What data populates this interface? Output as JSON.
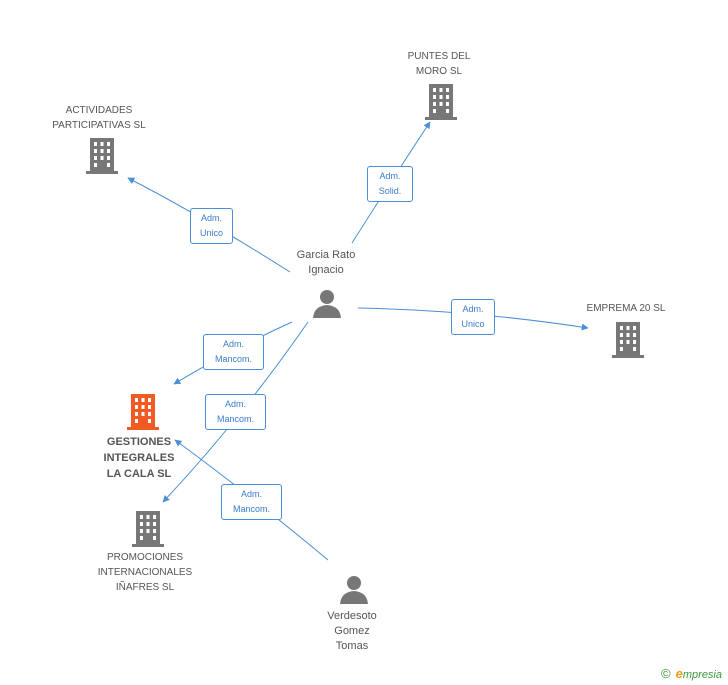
{
  "nodes": {
    "actividades": {
      "line1": "ACTIVIDADES",
      "line2": "PARTICIPATIVAS SL"
    },
    "puntes": {
      "line1": "PUNTES DEL",
      "line2": "MORO SL"
    },
    "emprema": {
      "line1": "EMPREMA 20 SL"
    },
    "gestiones": {
      "line1": "GESTIONES",
      "line2": "INTEGRALES",
      "line3": "LA CALA SL"
    },
    "promociones": {
      "line1": "PROMOCIONES",
      "line2": "INTERNACIONALES",
      "line3": "IÑAFRES SL"
    },
    "garcia": {
      "line1": "Garcia Rato",
      "line2": "Ignacio"
    },
    "verdesoto": {
      "line1": "Verdesoto",
      "line2": "Gomez",
      "line3": "Tomas"
    }
  },
  "edges": {
    "actividades": {
      "line1": "Adm.",
      "line2": "Unico"
    },
    "puntes": {
      "line1": "Adm.",
      "line2": "Solid."
    },
    "emprema": {
      "line1": "Adm.",
      "line2": "Unico"
    },
    "gestiones_garcia": {
      "line1": "Adm.",
      "line2": "Mancom."
    },
    "promociones": {
      "line1": "Adm.",
      "line2": "Mancom."
    },
    "gestiones_verdesoto": {
      "line1": "Adm.",
      "line2": "Mancom."
    }
  },
  "colors": {
    "edge": "#4a8fd6",
    "building": "#777777",
    "building_highlight": "#f25a23",
    "person": "#777777"
  },
  "icons": {
    "company": "building-icon",
    "person": "person-icon",
    "copyright": "copyright-icon"
  },
  "footer": {
    "copyright_symbol": "©",
    "brand_first": "e",
    "brand_rest": "mpresia"
  }
}
